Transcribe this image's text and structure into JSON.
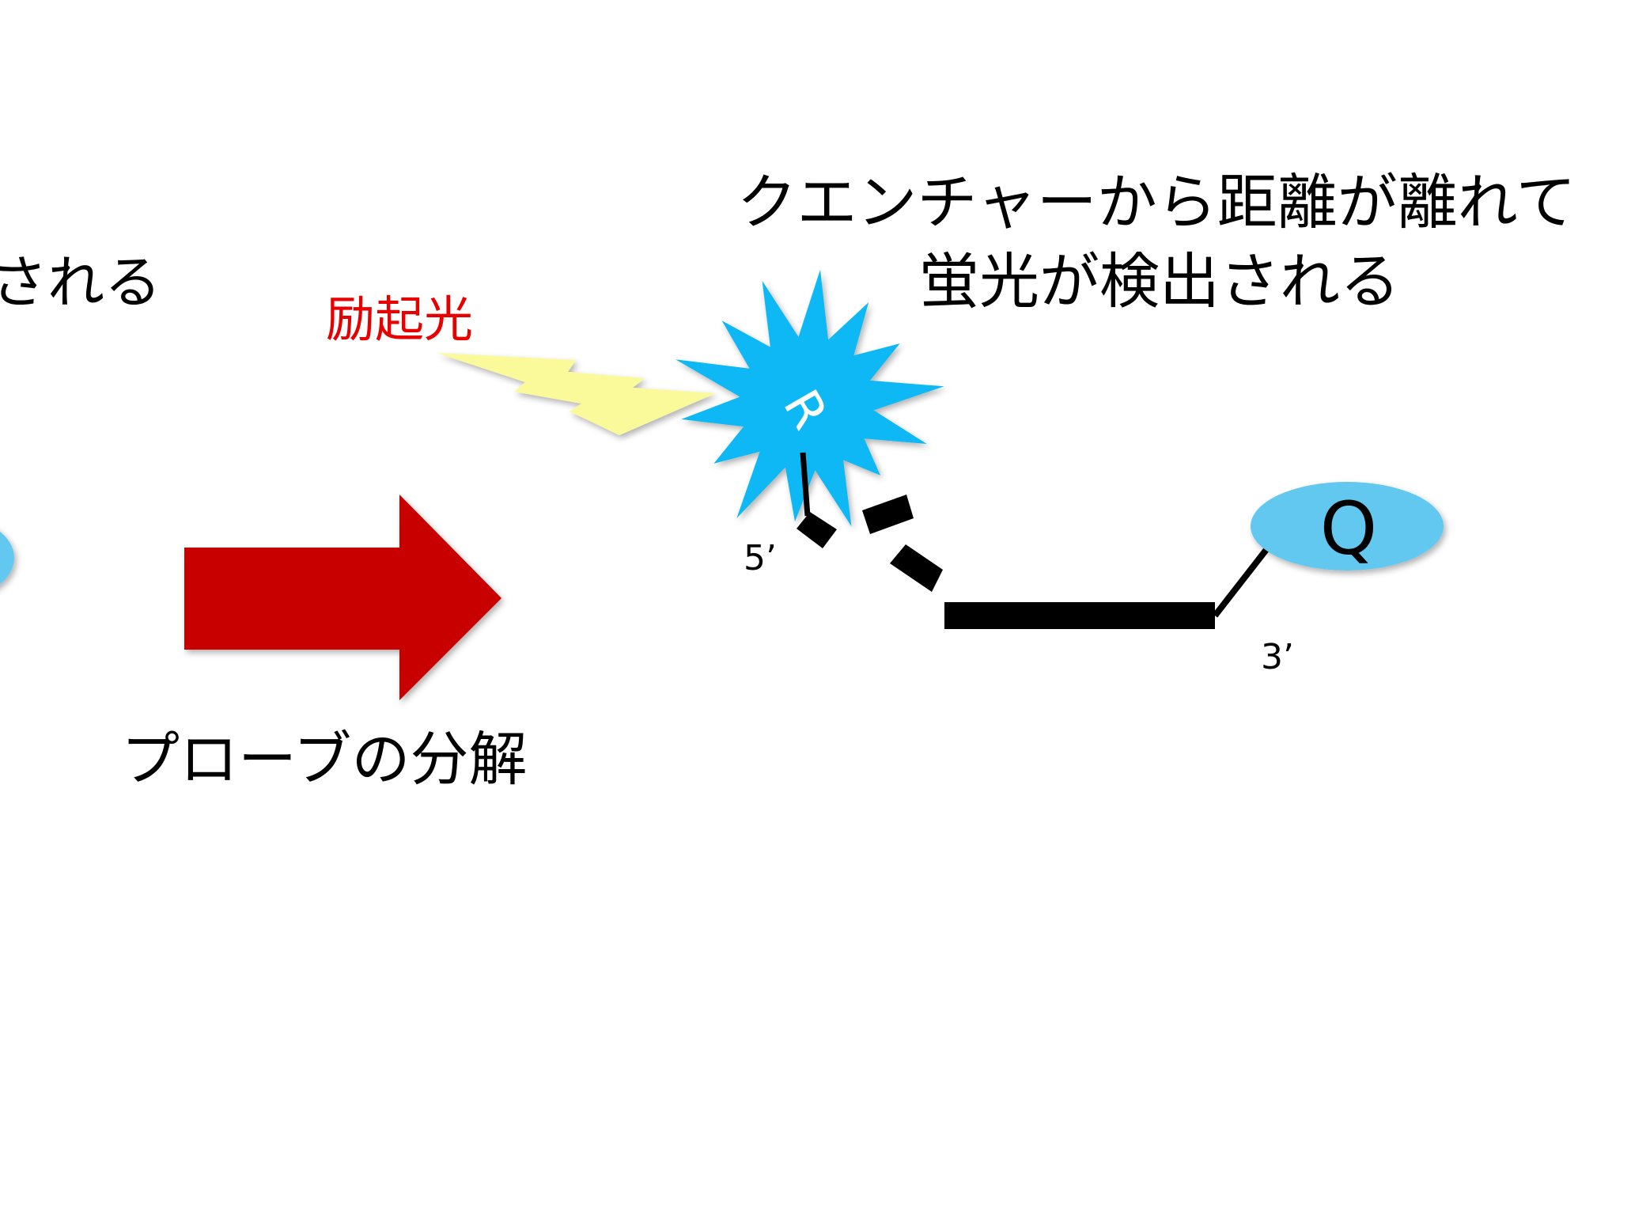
{
  "left_fragment_text": "される",
  "excitation_label": "励起光",
  "result_caption": {
    "line1": "クエンチャーから距離が離れて",
    "line2": "蛍光が検出される"
  },
  "arrow_caption": "プローブの分解",
  "reporter_label": "R",
  "quencher_label": "Q",
  "five_prime_label": "5’",
  "three_prime_label": "3’",
  "colors": {
    "reporter": "#0ab8f5",
    "quencher": "#62c8f0",
    "arrow": "#c80000",
    "excitation_text": "#e60000",
    "light_bolt": "#fafa9a"
  }
}
